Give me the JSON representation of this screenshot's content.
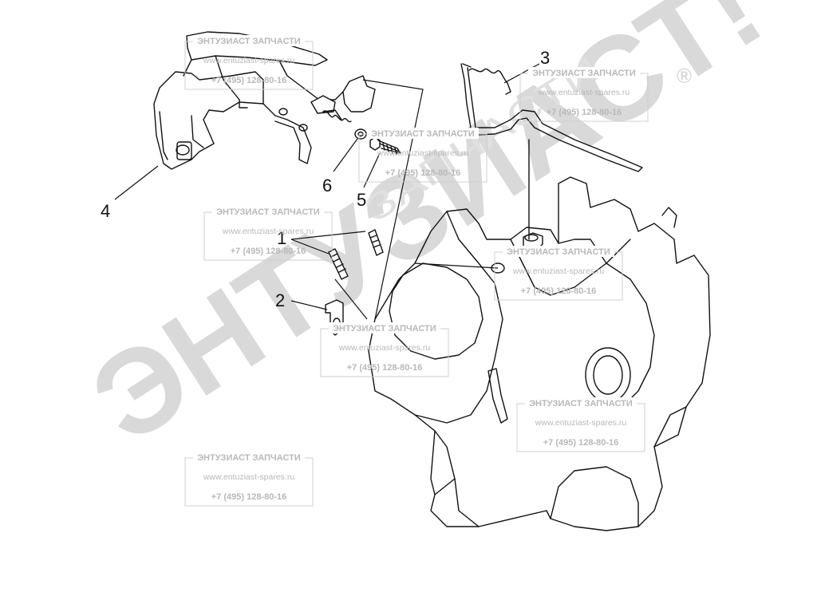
{
  "watermark": {
    "main_text": "ЭНТУЗИАСТ!",
    "sub_text": "ЗАПЧАСТИ",
    "registered_mark": "®"
  },
  "stamp": {
    "title": "ЭНТУЗИАСТ ЗАПЧАСТИ",
    "url": "www.entuziast-spares.ru",
    "phone": "+7 (495) 128-80-16"
  },
  "callouts": {
    "c1": "1",
    "c2": "2",
    "c3": "3",
    "c4": "4",
    "c5": "5",
    "c6": "6"
  }
}
